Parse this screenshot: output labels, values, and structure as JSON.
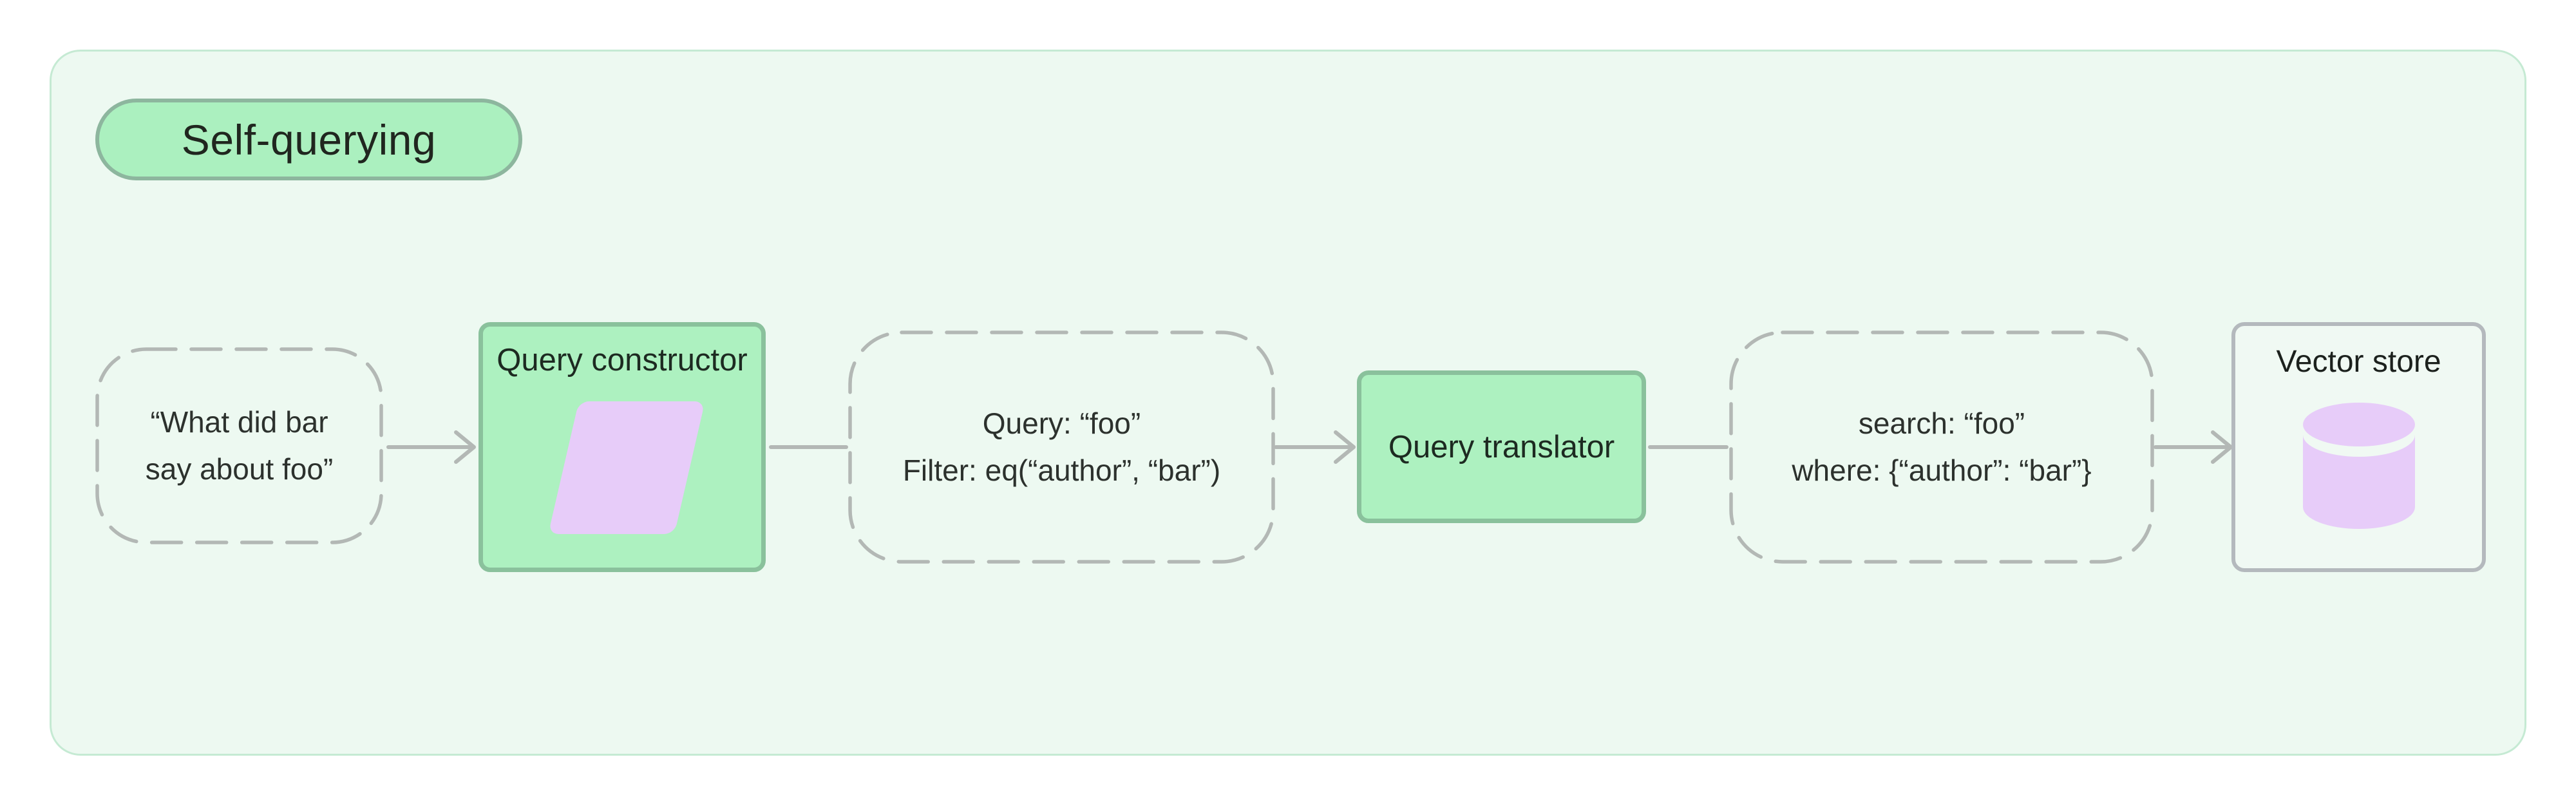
{
  "title": "Self-querying",
  "nodes": {
    "input": {
      "type": "dashed-rounded",
      "line1": "“What did bar",
      "line2": "say about foo”"
    },
    "query_constructor": {
      "type": "solid-green",
      "label": "Query constructor",
      "icon": "parallelogram-icon"
    },
    "structured_query": {
      "type": "dashed-rounded",
      "line1": "Query: “foo”",
      "line2": "Filter: eq(“author”, “bar”)"
    },
    "query_translator": {
      "type": "solid-green",
      "label": "Query translator"
    },
    "translated_query": {
      "type": "dashed-rounded",
      "line1": "search: “foo”",
      "line2": "where: {“author”: “bar”}"
    },
    "vector_store": {
      "type": "solid-outline",
      "label": "Vector store",
      "icon": "database-cylinder-icon"
    }
  },
  "connectors": [
    {
      "from": "input",
      "to": "query_constructor",
      "arrowhead": true
    },
    {
      "from": "query_constructor",
      "to": "structured_query",
      "arrowhead": false
    },
    {
      "from": "structured_query",
      "to": "query_translator",
      "arrowhead": true
    },
    {
      "from": "query_translator",
      "to": "translated_query",
      "arrowhead": false
    },
    {
      "from": "translated_query",
      "to": "vector_store",
      "arrowhead": true
    }
  ],
  "colors": {
    "panel_background": "#edf9f1",
    "panel_border": "#c5ead3",
    "green_fill": "#adf1c0",
    "green_border": "#8ac19c",
    "pill_border": "#8db69e",
    "purple_shape": "#e7ccf9",
    "connector_gray": "#b3b8b5",
    "vector_store_border": "#b4b9bd",
    "text_dark": "#20261f"
  }
}
